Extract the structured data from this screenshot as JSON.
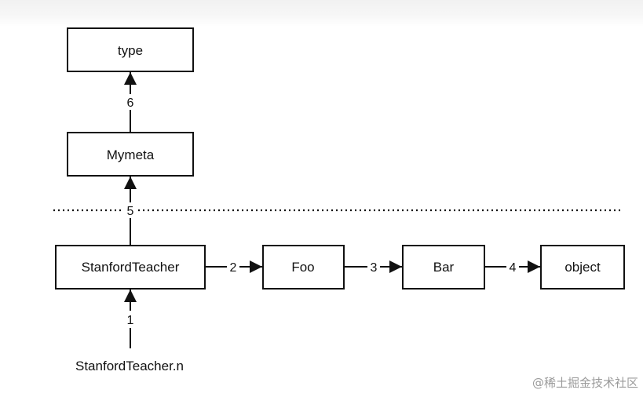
{
  "nodes": {
    "type": "type",
    "mymeta": "Mymeta",
    "stanford_teacher": "StanfordTeacher",
    "foo": "Foo",
    "bar": "Bar",
    "object": "object"
  },
  "edges": {
    "e1": "1",
    "e2": "2",
    "e3": "3",
    "e4": "4",
    "e5": "5",
    "e6": "6"
  },
  "instance_label": "StanfordTeacher.n",
  "watermark": "@稀土掘金技术社区",
  "colors": {
    "stroke": "#111111",
    "background": "#ffffff",
    "watermark": "#9a9a9a"
  }
}
